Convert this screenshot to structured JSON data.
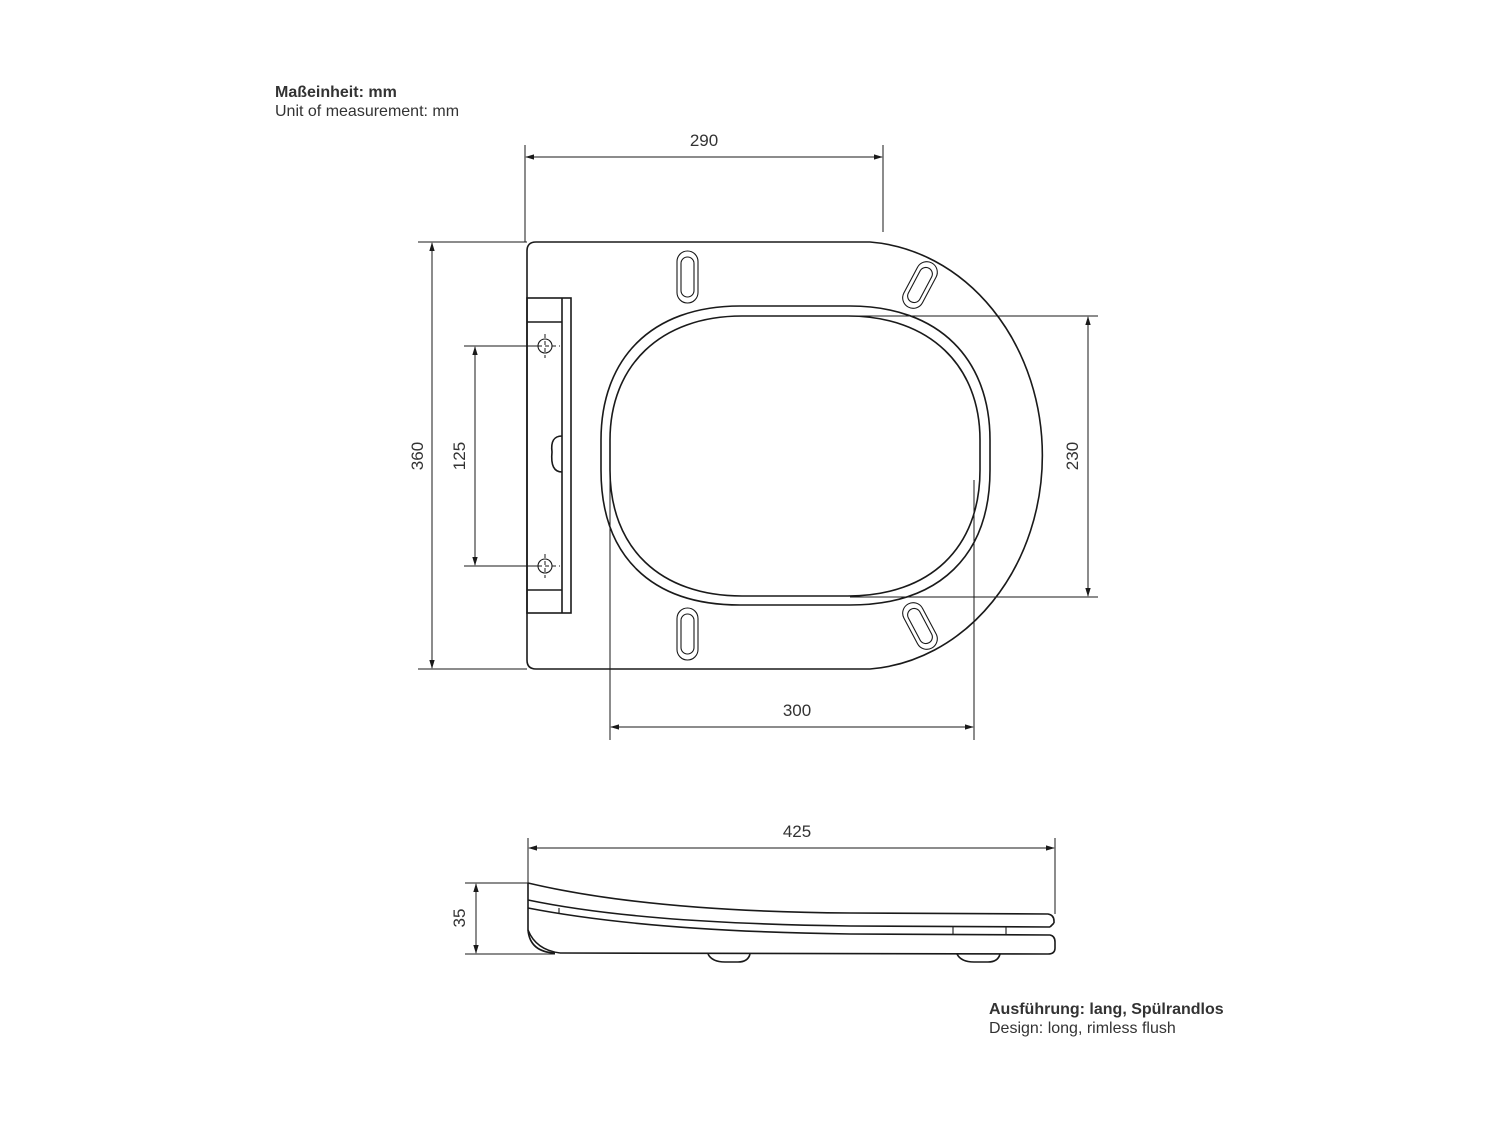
{
  "notes": {
    "unit_de": "Maßeinheit: mm",
    "unit_en": "Unit of measurement: mm",
    "design_de": "Ausführung: lang, Spülrandlos",
    "design_en": "Design: long, rimless flush"
  },
  "top_view": {
    "dimensions": {
      "width_to_arc_start": "290",
      "total_length": "360",
      "hinge_hole_spacing": "125",
      "opening_length": "230",
      "opening_width": "300"
    }
  },
  "side_view": {
    "dimensions": {
      "total_length": "425",
      "height": "35"
    }
  },
  "colors": {
    "line": "#1a1a1a",
    "text": "#333333",
    "background": "#ffffff"
  }
}
